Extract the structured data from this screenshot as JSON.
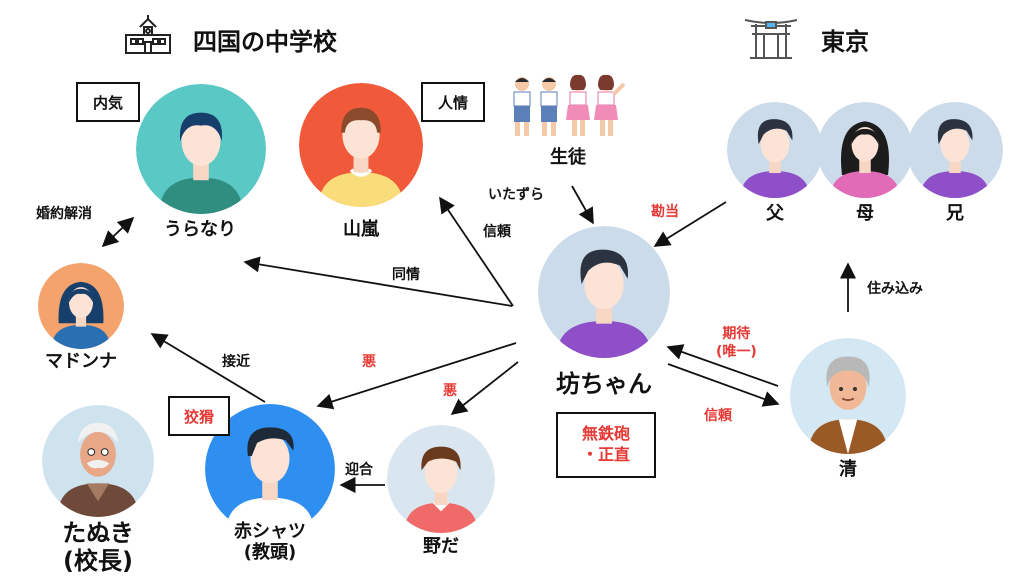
{
  "titles": {
    "school": "四国の中学校",
    "tokyo": "東京"
  },
  "icons": {
    "school": "school-building-icon",
    "tokyo": "shrine-gate-icon",
    "students": "students-group-icon"
  },
  "people": {
    "uranari": "うらなり",
    "yamaarashi": "山嵐",
    "madonna": "マドンナ",
    "tanuki_line1": "たぬき",
    "tanuki_line2": "(校長)",
    "akashatsu_line1": "赤シャツ",
    "akashatsu_line2": "(教頭)",
    "noda": "野だ",
    "botchan": "坊ちゃん",
    "father": "父",
    "mother": "母",
    "brother": "兄",
    "kiyo": "清",
    "students": "生徒"
  },
  "tags": {
    "uranari": "内気",
    "yamaarashi": "人情",
    "akashatsu": "狡猾",
    "botchan_line1": "無鉄砲",
    "botchan_line2": "・正直"
  },
  "relations": {
    "konyaku": "婚約解消",
    "doujou": "同情",
    "shinrai_yama": "信頼",
    "itazura": "いたずら",
    "kandou": "勘当",
    "sekkin": "接近",
    "aku1": "悪",
    "aku2": "悪",
    "geigou": "迎合",
    "kitai_line1": "期待",
    "kitai_line2": "(唯一)",
    "shinrai_kiyo": "信頼",
    "sumikomi": "住み込み"
  },
  "colors": {
    "accent_red": "#e53935",
    "uranari_bg": "#5ac8c4",
    "yamaarashi_bg": "#f05a3a",
    "madonna_bg": "#f4a36c",
    "tanuki_bg": "#cfe3ef",
    "akashatsu_bg": "#2f8ff0",
    "noda_bg": "#d9e5ef",
    "botchan_bg": "#cbdbea",
    "family_bg": "#cbdbea",
    "kiyo_bg": "#d4e8f3"
  }
}
